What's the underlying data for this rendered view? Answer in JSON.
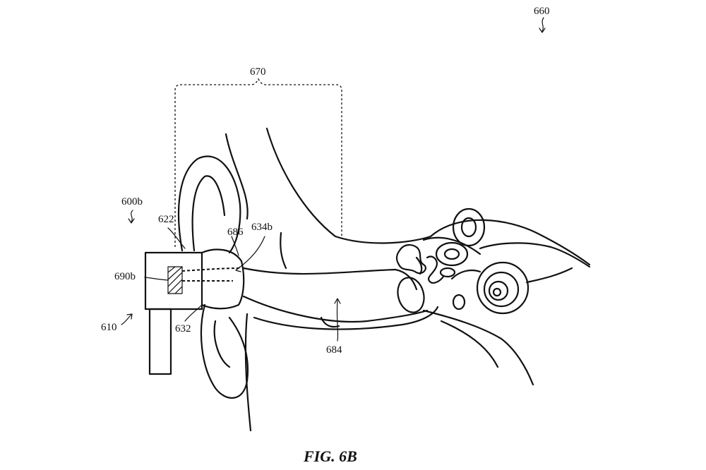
{
  "figure": {
    "caption": "FIG. 6B",
    "labels": {
      "ref_660": "660",
      "ref_670": "670",
      "ref_600b": "600b",
      "ref_622": "622",
      "ref_686": "686",
      "ref_634b": "634b",
      "ref_690b": "690b",
      "ref_632": "632",
      "ref_610": "610",
      "ref_684": "684"
    }
  }
}
